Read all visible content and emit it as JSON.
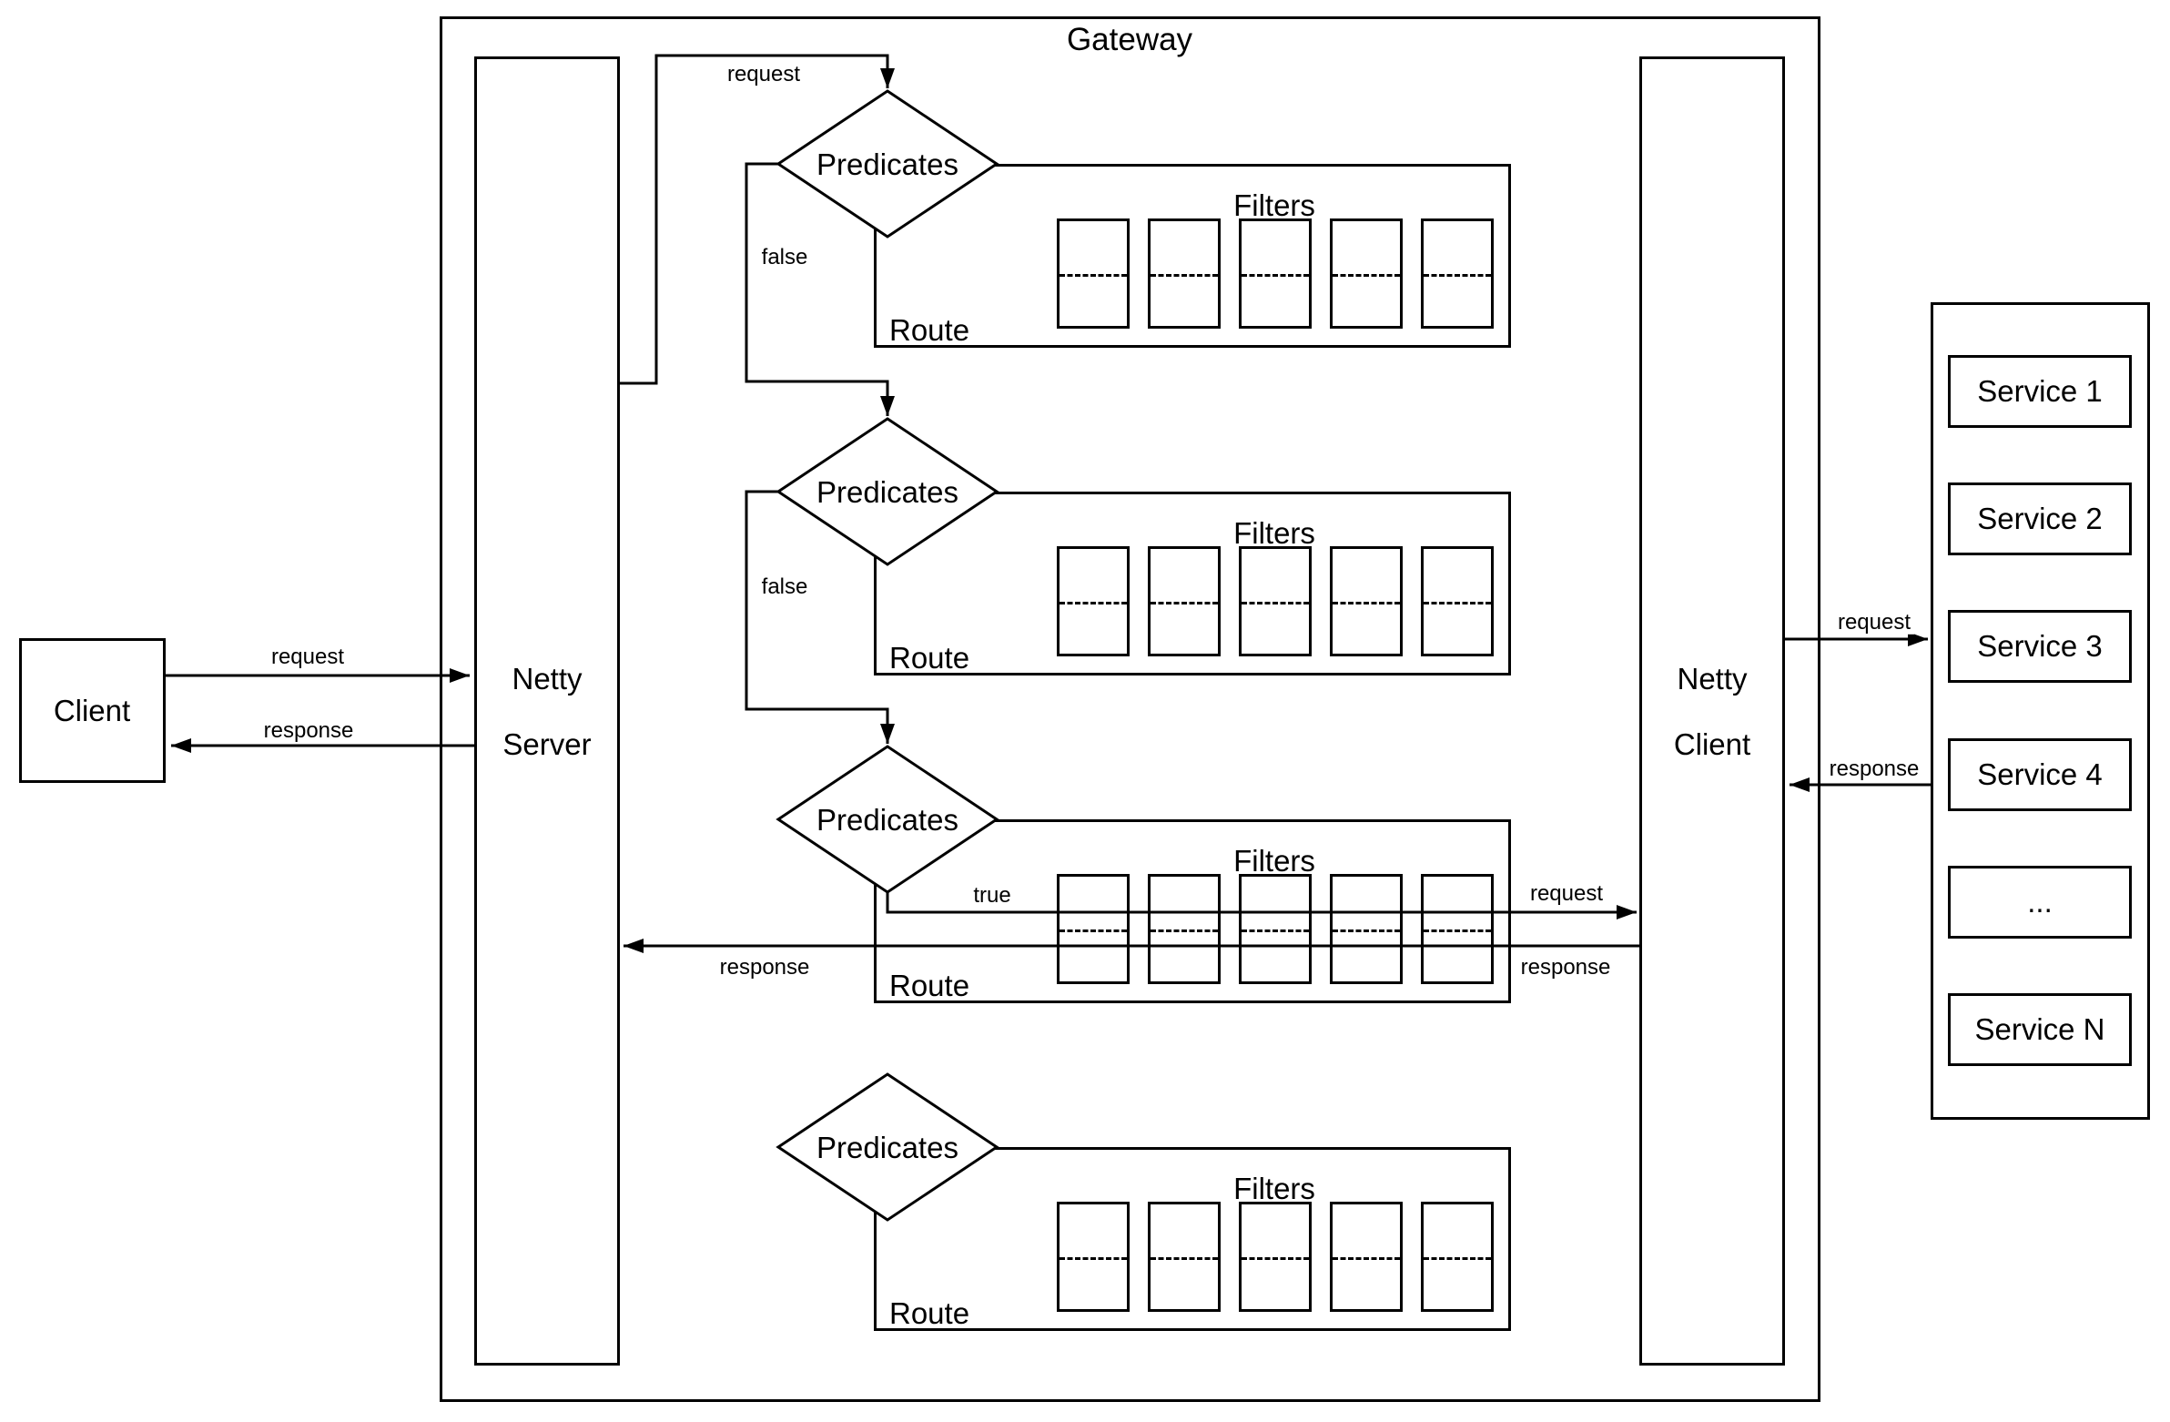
{
  "colors": {
    "stroke": "#000000",
    "background": "#ffffff"
  },
  "gateway": {
    "title": "Gateway"
  },
  "client": {
    "label": "Client"
  },
  "netty_server": {
    "line1": "Netty",
    "line2": "Server"
  },
  "netty_client": {
    "line1": "Netty",
    "line2": "Client"
  },
  "edges": {
    "client_request": "request",
    "client_response": "response",
    "gateway_request": "request",
    "false_1": "false",
    "false_2": "false",
    "true_label": "true",
    "backend_request": "request",
    "backend_response_left": "response",
    "backend_response_right": "response",
    "service_request": "request",
    "service_response": "response"
  },
  "rows": [
    {
      "predicates": "Predicates",
      "filters": "Filters",
      "route": "Route"
    },
    {
      "predicates": "Predicates",
      "filters": "Filters",
      "route": "Route"
    },
    {
      "predicates": "Predicates",
      "filters": "Filters",
      "route": "Route"
    },
    {
      "predicates": "Predicates",
      "filters": "Filters",
      "route": "Route"
    }
  ],
  "services": {
    "items": [
      "Service 1",
      "Service 2",
      "Service 3",
      "Service 4",
      "...",
      "Service N"
    ]
  }
}
